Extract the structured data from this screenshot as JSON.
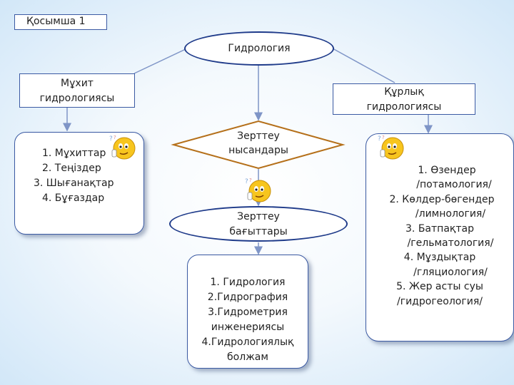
{
  "appendix_label": "Қосымша 1",
  "root": "Гидрология",
  "ocean_hydrology": [
    "Мұхит",
    "гидрологиясы"
  ],
  "land_hydrology": [
    "Құрлық",
    "гидрологиясы"
  ],
  "research_objects": [
    "Зерттеу",
    "нысандары"
  ],
  "research_directions": [
    "Зерттеу",
    "бағыттары"
  ],
  "ocean_items": [
    "1.  Мұхиттар",
    "2.  Теңіздер",
    "3.  Шығанақтар",
    "4.  Бұғаздар"
  ],
  "direction_items": [
    "1. Гидрология",
    "2.Гидрография",
    "3.Гидрометрия",
    "инженериясы",
    "4.Гидрологиялық",
    "болжам"
  ],
  "land_items": [
    "1.  Өзендер",
    "/потамология/",
    "2.  Көлдер-бөгендер",
    "/лимнология/",
    "3.  Батпақтар",
    "/гельматология/",
    "4.  Мұздықтар",
    "/гляциология/",
    "5.  Жер асты суы",
    "/гидрогеология/"
  ],
  "colors": {
    "border": "#3b5aa3",
    "ellipse_border": "#1f3b8a",
    "connector": "#7f95c7",
    "diamond": "#b5701a",
    "background_edge": "#d2e7f8"
  },
  "icons": [
    "smiley-icon"
  ]
}
